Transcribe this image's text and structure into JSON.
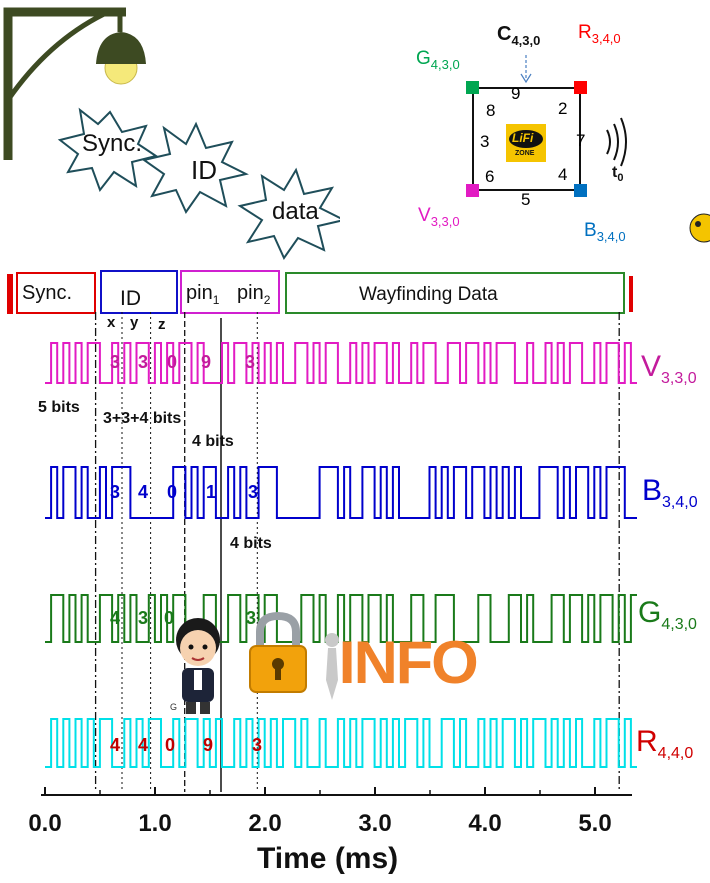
{
  "top_illustration": {
    "bursts": [
      "Sync.",
      "ID",
      "data"
    ]
  },
  "grid_inset": {
    "nodes": [
      {
        "label": "G",
        "sub": "4,3,0",
        "color": "#00a651"
      },
      {
        "label": "R",
        "sub": "3,4,0",
        "color": "#ff0000"
      },
      {
        "label": "V",
        "sub": "3,3,0",
        "color": "#e21bc3"
      },
      {
        "label": "B",
        "sub": "3,4,0",
        "color": "#0070c0"
      }
    ],
    "center": {
      "label": "C",
      "sub": "4,3,0"
    },
    "edge_numbers": [
      "9",
      "8",
      "2",
      "3",
      "7",
      "6",
      "4",
      "5"
    ],
    "badge": {
      "brand": "LiFi",
      "sub": "ZONE"
    },
    "time_label": {
      "label": "t",
      "sub": "0"
    }
  },
  "frame": {
    "sync": "Sync.",
    "id": "ID",
    "pin1": {
      "label": "pin",
      "sub": "1"
    },
    "pin2": {
      "label": "pin",
      "sub": "2"
    },
    "wayfinding": "Wayfinding Data",
    "xyz": [
      "x",
      "y",
      "z"
    ],
    "bits": [
      "5 bits",
      "3+3+4 bits",
      "4 bits",
      "4 bits"
    ]
  },
  "colors": {
    "V": "#e21bc3",
    "B": "#0000cc",
    "G": "#1a7a1a",
    "R": "#00e0e8",
    "digitsV": "#c31b9c",
    "digitsB": "#0000cc",
    "digitsG": "#1a7a1a",
    "digitsR": "#c00000",
    "rLabel": "#d00000"
  },
  "chart_data": {
    "type": "line",
    "xlabel": "Time (ms)",
    "xlim": [
      0,
      5.3
    ],
    "xticks": [
      "0.0",
      "1.0",
      "2.0",
      "3.0",
      "4.0",
      "5.0"
    ],
    "series": [
      {
        "name": "V",
        "sub": "3,3,0",
        "id_digits": [
          "3",
          "3",
          "0",
          "9",
          "3"
        ],
        "bits": "0101010110010101101010110100010110101010011010110010101101001011001101101011100100101011001011010"
      },
      {
        "name": "B",
        "sub": "3,4,0",
        "id_digits": [
          "3",
          "4",
          "0",
          "1",
          "3"
        ],
        "bits": "0101101001011100000001101011001010011100000001110100110101000001010110110101010001110101101011100"
      },
      {
        "name": "G",
        "sub": "4,3,0",
        "id_digits": [
          "4",
          "3",
          "0",
          "3"
        ],
        "bits": "0110101001101010010101100011001101101100001101001011011010001100111000011000110100011011010110101"
      },
      {
        "name": "R",
        "sub": "4,4,0",
        "id_digits": [
          "4",
          "4",
          "0",
          "9",
          "3"
        ],
        "bits": "0101010101100101011001011010100101010101101001001010110101011010011010010101101011010101001011010"
      }
    ],
    "markers": [
      0.46,
      0.7,
      0.96,
      1.27,
      1.6,
      1.93,
      5.22
    ]
  },
  "sticker": {
    "info": "INFO",
    "small": "G"
  }
}
